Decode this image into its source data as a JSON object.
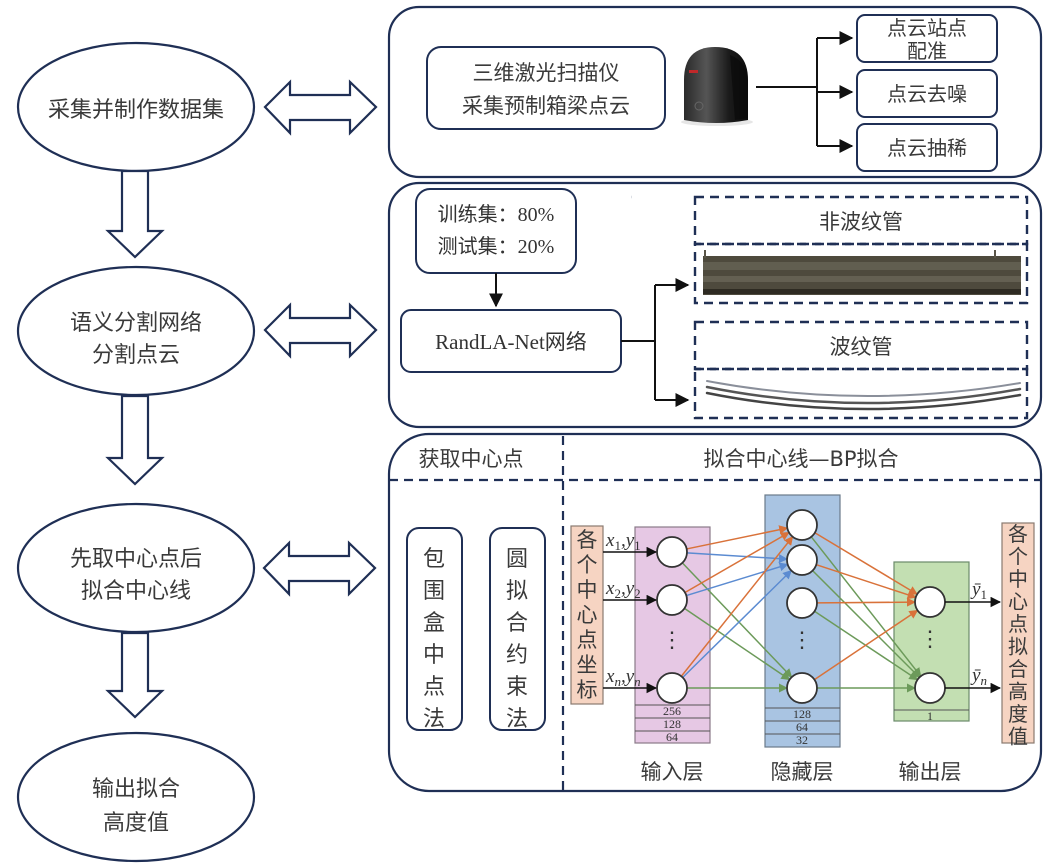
{
  "colors": {
    "stroke": "#1f2f55",
    "input_layer": "#e6c8e4",
    "hidden_layer": "#a9c4e2",
    "output_layer": "#c3dfb2",
    "coord_box": "#f6d4c2",
    "edge_orange": "#d9723a",
    "edge_blue": "#5b8bd1",
    "edge_green": "#6c9a5a"
  },
  "flow": {
    "steps": [
      {
        "lines": [
          "采集并制作数据集"
        ]
      },
      {
        "lines": [
          "语义分割网络",
          "分割点云"
        ]
      },
      {
        "lines": [
          "先取中心点后",
          "拟合中心线"
        ]
      },
      {
        "lines": [
          "输出拟合",
          "高度值"
        ]
      }
    ]
  },
  "panel1": {
    "scanner_box": {
      "lines": [
        "三维激光扫描仪",
        "采集预制箱梁点云"
      ]
    },
    "scanner_image": "laser-scanner-photo",
    "outputs": [
      {
        "lines": [
          "点云站点",
          "配准"
        ]
      },
      {
        "lines": [
          "点云去噪"
        ]
      },
      {
        "lines": [
          "点云抽稀"
        ]
      }
    ]
  },
  "panel2": {
    "split_box": {
      "lines": [
        "训练集：80%",
        "测试集：20%"
      ]
    },
    "network_box": "RandLA-Net网络",
    "results": [
      {
        "title": "非波纹管",
        "image": "non-corrugated-pipe-point-cloud"
      },
      {
        "title": "波纹管",
        "image": "corrugated-pipe-point-cloud"
      }
    ]
  },
  "panel3": {
    "left_header": "获取中心点",
    "right_header": "拟合中心线—BP拟合",
    "methods": [
      "包围盒中点法",
      "圆拟合约束法"
    ],
    "input_label": "各个中心点坐标",
    "output_label": "各个中心点拟合高度值",
    "inputs": [
      {
        "x": "x",
        "xs": "1",
        "y": "y",
        "ys": "1"
      },
      {
        "x": "x",
        "xs": "2",
        "y": "y",
        "ys": "2"
      },
      {
        "x": "x",
        "xs": "n",
        "y": "y",
        "ys": "n"
      }
    ],
    "outputs": [
      {
        "y": "ȳ",
        "ys": "1"
      },
      {
        "y": "ȳ",
        "ys": "n"
      }
    ],
    "ellipsis": "⋮",
    "layers": [
      {
        "name": "输入层",
        "sizes": [
          "256",
          "128",
          "64"
        ]
      },
      {
        "name": "隐藏层",
        "sizes": [
          "128",
          "64",
          "32"
        ]
      },
      {
        "name": "输出层",
        "sizes": [
          "1"
        ]
      }
    ]
  }
}
